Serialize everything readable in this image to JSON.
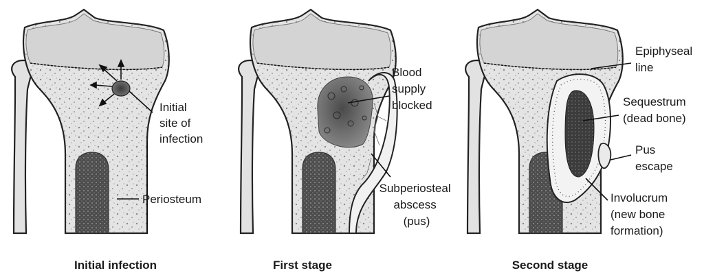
{
  "panels": [
    {
      "caption": "Initial infection",
      "labels": {
        "initial_site": [
          "Initial",
          "site of",
          "infection"
        ],
        "periosteum": "Periosteum"
      }
    },
    {
      "caption": "First stage",
      "labels": {
        "blood_supply": [
          "Blood",
          "supply",
          "blocked"
        ],
        "abscess": [
          "Subperiosteal",
          "abscess",
          "(pus)"
        ]
      }
    },
    {
      "caption": "Second stage",
      "labels": {
        "epiphyseal": [
          "Epiphyseal",
          "line"
        ],
        "sequestrum": [
          "Sequestrum",
          "(dead bone)"
        ],
        "pus_escape": [
          "Pus",
          "escape"
        ],
        "involucrum": [
          "Involucrum",
          "(new bone",
          "formation)"
        ]
      }
    }
  ],
  "colors": {
    "bone_fill": "#e6e6e6",
    "epiphysis_fill": "#d9d9d9",
    "marrow_fill": "#595959",
    "infection_fill": "#555555",
    "abscess_fill": "#ececec",
    "sequestrum_fill": "#4a4a4a"
  }
}
